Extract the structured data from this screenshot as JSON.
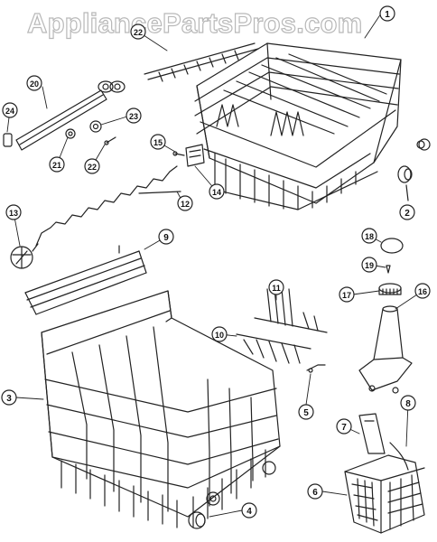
{
  "watermark": "AppliancePartsPros.com",
  "callouts": [
    "1",
    "2",
    "3",
    "4",
    "5",
    "6",
    "7",
    "8",
    "9",
    "10",
    "11",
    "12",
    "13",
    "14",
    "15",
    "16",
    "17",
    "18",
    "19",
    "20",
    "21",
    "22",
    "23",
    "24"
  ],
  "parts": [
    {
      "id": "1",
      "item": "upper-rack"
    },
    {
      "id": "2",
      "item": "rack-roller"
    },
    {
      "id": "3",
      "item": "lower-rack"
    },
    {
      "id": "4",
      "item": "lower-rack-wheel"
    },
    {
      "id": "5",
      "item": "clip"
    },
    {
      "id": "6",
      "item": "silverware-basket"
    },
    {
      "id": "7",
      "item": "basket-handle"
    },
    {
      "id": "8",
      "item": "basket-lid"
    },
    {
      "id": "9",
      "item": "cup-shelf"
    },
    {
      "id": "10",
      "item": "tine-row"
    },
    {
      "id": "11",
      "item": "tine-row"
    },
    {
      "id": "12",
      "item": "wave-rod"
    },
    {
      "id": "13",
      "item": "rack-stop"
    },
    {
      "id": "14",
      "item": "bracket"
    },
    {
      "id": "15",
      "item": "screw"
    },
    {
      "id": "16",
      "item": "wash-tower"
    },
    {
      "id": "17",
      "item": "tower-nut"
    },
    {
      "id": "18",
      "item": "cap"
    },
    {
      "id": "19",
      "item": "screw"
    },
    {
      "id": "20",
      "item": "track"
    },
    {
      "id": "21",
      "item": "track-roller"
    },
    {
      "id": "22",
      "item": "screw"
    },
    {
      "id": "23",
      "item": "roller"
    },
    {
      "id": "24",
      "item": "end-cap"
    }
  ]
}
